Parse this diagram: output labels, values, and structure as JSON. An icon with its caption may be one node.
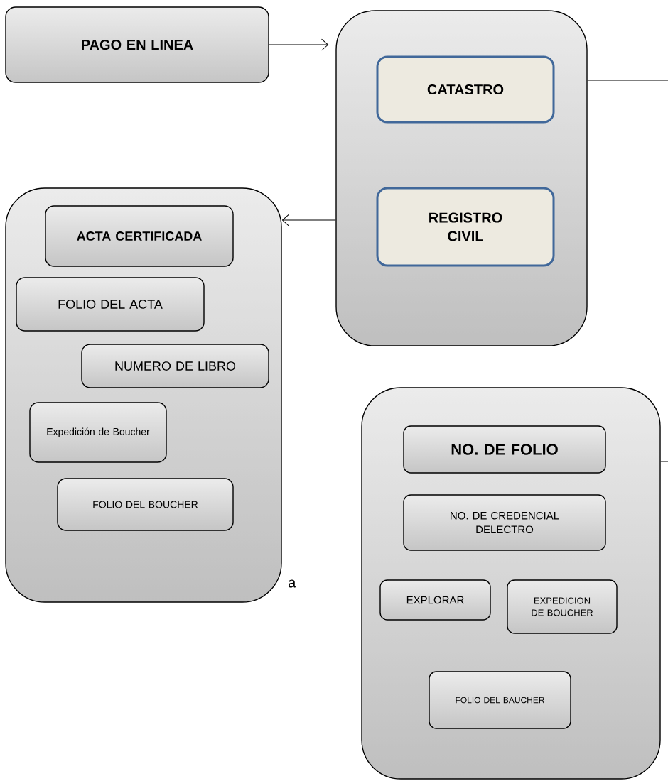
{
  "diagram": {
    "nodes": [
      {
        "text": [
          "PAGO EN LINEA"
        ]
      },
      {
        "text": [],
        "shape": "box"
      },
      {
        "text": [
          "CATASTRO"
        ],
        "in": 1
      },
      {
        "text": [
          "REGISTRO CIVIL"
        ],
        "in": 1
      },
      {
        "text": [],
        "shape": "box"
      },
      {
        "text": [
          "ACTA CERTIFICADA"
        ],
        "in": 4
      },
      {
        "text": [
          "FOLIO DEL ACTA"
        ],
        "in": 4
      },
      {
        "text": [
          "NUMERO DE LIBRO"
        ],
        "in": 4
      },
      {
        "text": [
          "Expedición de Boucher"
        ],
        "in": 4
      },
      {
        "text": [
          "FOLIO DEL BOUCHER"
        ],
        "in": 4
      },
      {
        "text": [],
        "shape": "box"
      },
      {
        "text": [
          "NO. DE FOLIO"
        ],
        "in": 10
      },
      {
        "text": [
          "NO. DE CREDENCIAL DELECTRO"
        ],
        "in": 10
      },
      {
        "text": [
          "EXPLORAR"
        ],
        "in": 10
      },
      {
        "text": [
          "EXPEDICION DE BOUCHER"
        ],
        "in": 10
      },
      {
        "text": [
          "FOLIO DEL BAUCHER"
        ],
        "in": 10
      }
    ],
    "edges": [
      {
        "from": 0,
        "to": 1,
        "arrow": "to"
      },
      {
        "from": 1,
        "to": 4,
        "arrow": "to"
      },
      {
        "from": 1,
        "to": null,
        "arrow": "none"
      },
      {
        "from": 10,
        "to": null,
        "arrow": "none"
      }
    ],
    "labels": [
      "a"
    ]
  }
}
